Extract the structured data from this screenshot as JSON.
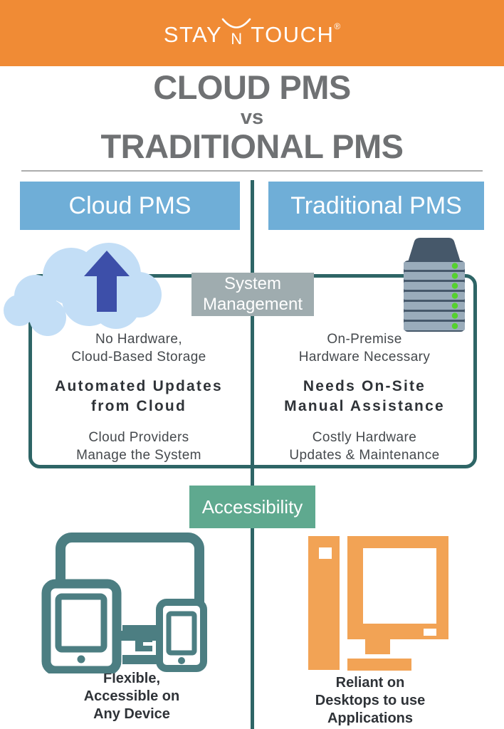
{
  "brand": {
    "logo_stay": "STAY",
    "logo_n": "N",
    "logo_touch": "TOUCH",
    "logo_reg": "®"
  },
  "title": {
    "line1": "CLOUD PMS",
    "line2": "vs",
    "line3": "TRADITIONAL PMS"
  },
  "column_headers": {
    "cloud": "Cloud PMS",
    "traditional": "Traditional PMS"
  },
  "sections": {
    "system_management": {
      "label_lines": [
        "System",
        "Management"
      ],
      "cloud_points": [
        {
          "lines": [
            "No Hardware,",
            "Cloud-Based Storage"
          ],
          "emphasis": false
        },
        {
          "lines": [
            "Automated Updates",
            "from Cloud"
          ],
          "emphasis": true
        },
        {
          "lines": [
            "Cloud Providers",
            "Manage the System"
          ],
          "emphasis": false
        }
      ],
      "traditional_points": [
        {
          "lines": [
            "On-Premise",
            "Hardware Necessary"
          ],
          "emphasis": false
        },
        {
          "lines": [
            "Needs On-Site",
            "Manual Assistance"
          ],
          "emphasis": true
        },
        {
          "lines": [
            "Costly Hardware",
            "Updates & Maintenance"
          ],
          "emphasis": false
        }
      ]
    },
    "accessibility": {
      "label": "Accessibility",
      "cloud_caption_lines": [
        "Flexible,",
        "Accessible on",
        "Any Device"
      ],
      "traditional_caption_lines": [
        "Reliant on",
        "Desktops to use",
        "Applications"
      ]
    }
  },
  "icons": {
    "cloud_column": "cloud-upload-icon",
    "traditional_column": "server-rack-icon",
    "cloud_accessibility": "multi-device-icon",
    "traditional_accessibility": "desktop-computer-icon"
  },
  "colors": {
    "header_orange": "#F08B35",
    "column_header_blue": "#6FAED7",
    "divider_teal": "#2E6566",
    "label_gray": "#9FACAF",
    "label_green": "#5FA98F",
    "title_gray": "#6F7173",
    "body_text": "#45494D",
    "cloud_icon_blue": "#C3DEF6",
    "arrow_indigo": "#3D4FA9",
    "server_dark": "#46586A",
    "server_light": "#9AACBB",
    "server_led_green": "#56D12F",
    "device_teal": "#4C7E82",
    "desktop_orange": "#F2A355"
  }
}
